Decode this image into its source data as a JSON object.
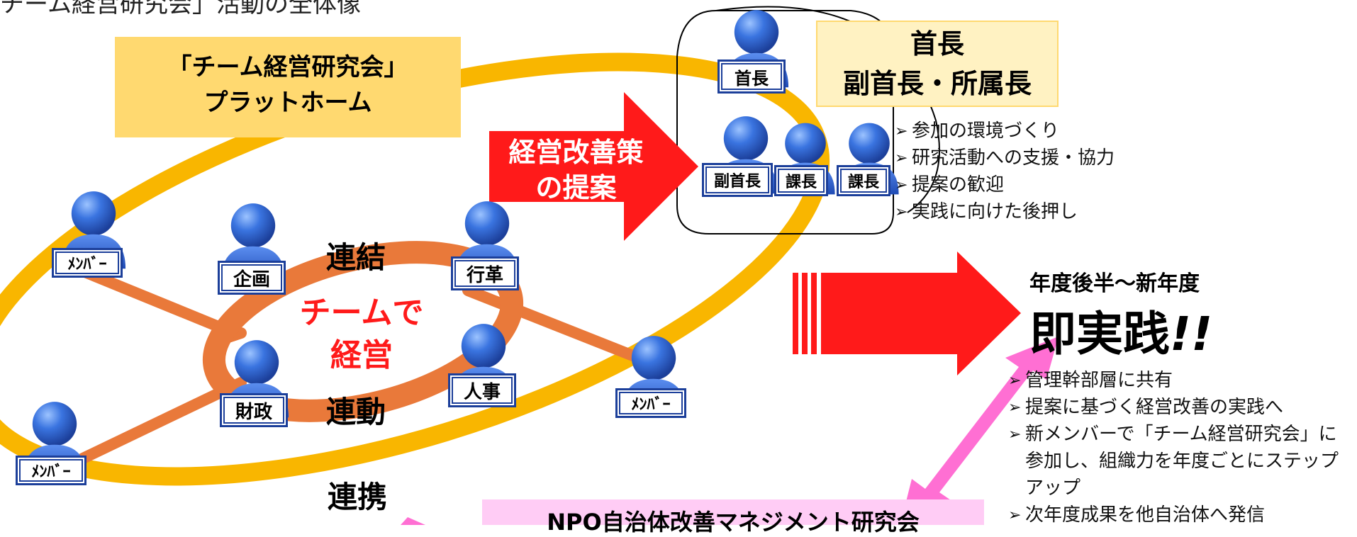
{
  "page_title_partial": "チーム経営研究会」活動の全体像",
  "colors": {
    "ellipse_outer": "#f9b600",
    "ellipse_inner": "#e9793a",
    "person_head": "#3a74e0",
    "person_body": "#2b5fc9",
    "banner_bg": "#ffd970",
    "banner_bg_light": "#fff2c2",
    "red_arrow": "#ff1a1a",
    "pink_arrow": "#ff6fd3",
    "npo_bg": "#ffccf5",
    "red_text": "#ff1a1a"
  },
  "platform_banner": {
    "line1": "「チーム経営研究会」",
    "line2": "プラットホーム"
  },
  "leaders_banner": {
    "line1": "首長",
    "line2": "副首長・所属長"
  },
  "proposal_arrow": {
    "line1": "経営改善策",
    "line2": "の提案"
  },
  "center": {
    "line1": "チームで",
    "line2": "経営"
  },
  "links": {
    "top": "連結",
    "bottom": "連動",
    "outer": "連携"
  },
  "people": {
    "member_left_top": "ﾒﾝﾊﾞｰ",
    "member_left_bottom": "ﾒﾝﾊﾞｰ",
    "member_right": "ﾒﾝﾊﾞｰ",
    "kikaku": "企画",
    "zaisei": "財政",
    "gyokaku": "行革",
    "jinji": "人事",
    "shucho": "首長",
    "fukushucho": "副首長",
    "kacho1": "課長",
    "kacho2": "課長"
  },
  "support_list": [
    "参加の環境づくり",
    "研究活動への支援・協力",
    "提案の歓迎",
    "実践に向けた後押し"
  ],
  "outcome": {
    "subtitle": "年度後半～新年度",
    "title": "即実践",
    "exclaim": "!!"
  },
  "outcome_list": [
    "管理幹部層に共有",
    "提案に基づく経営改善の実践へ",
    "新メンバーで「チーム経営研究会」に参加し、組織力を年度ごとにステップアップ",
    "次年度成果を他自治体へ発信"
  ],
  "npo_banner": "NPO自治体改善マネジメント研究会"
}
